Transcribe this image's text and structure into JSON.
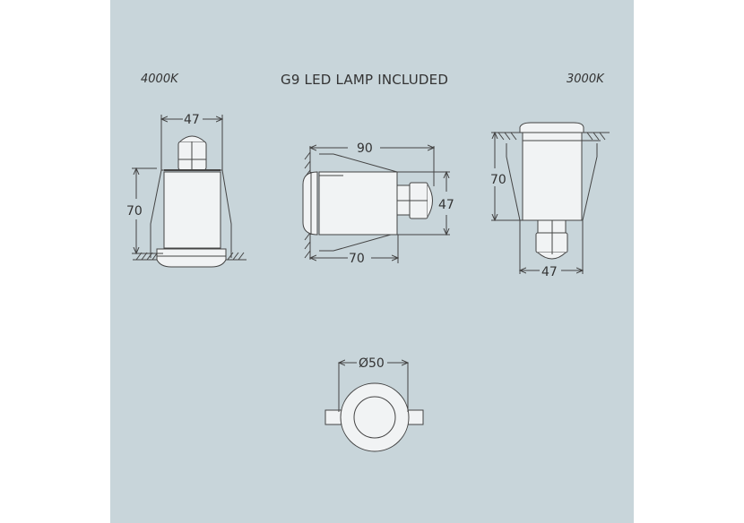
{
  "header": {
    "left_label": "4000K",
    "title": "G9 LED LAMP INCLUDED",
    "right_label": "3000K"
  },
  "views": {
    "front_4000k": {
      "width": "47",
      "height": "70"
    },
    "side": {
      "total_length": "90",
      "body_length": "70",
      "height": "47"
    },
    "front_3000k": {
      "width": "47",
      "height": "70"
    },
    "top": {
      "diameter": "Ø50"
    }
  },
  "colors": {
    "background": "#c8d5da",
    "body_fill": "#f1f3f4",
    "line": "#444444"
  }
}
